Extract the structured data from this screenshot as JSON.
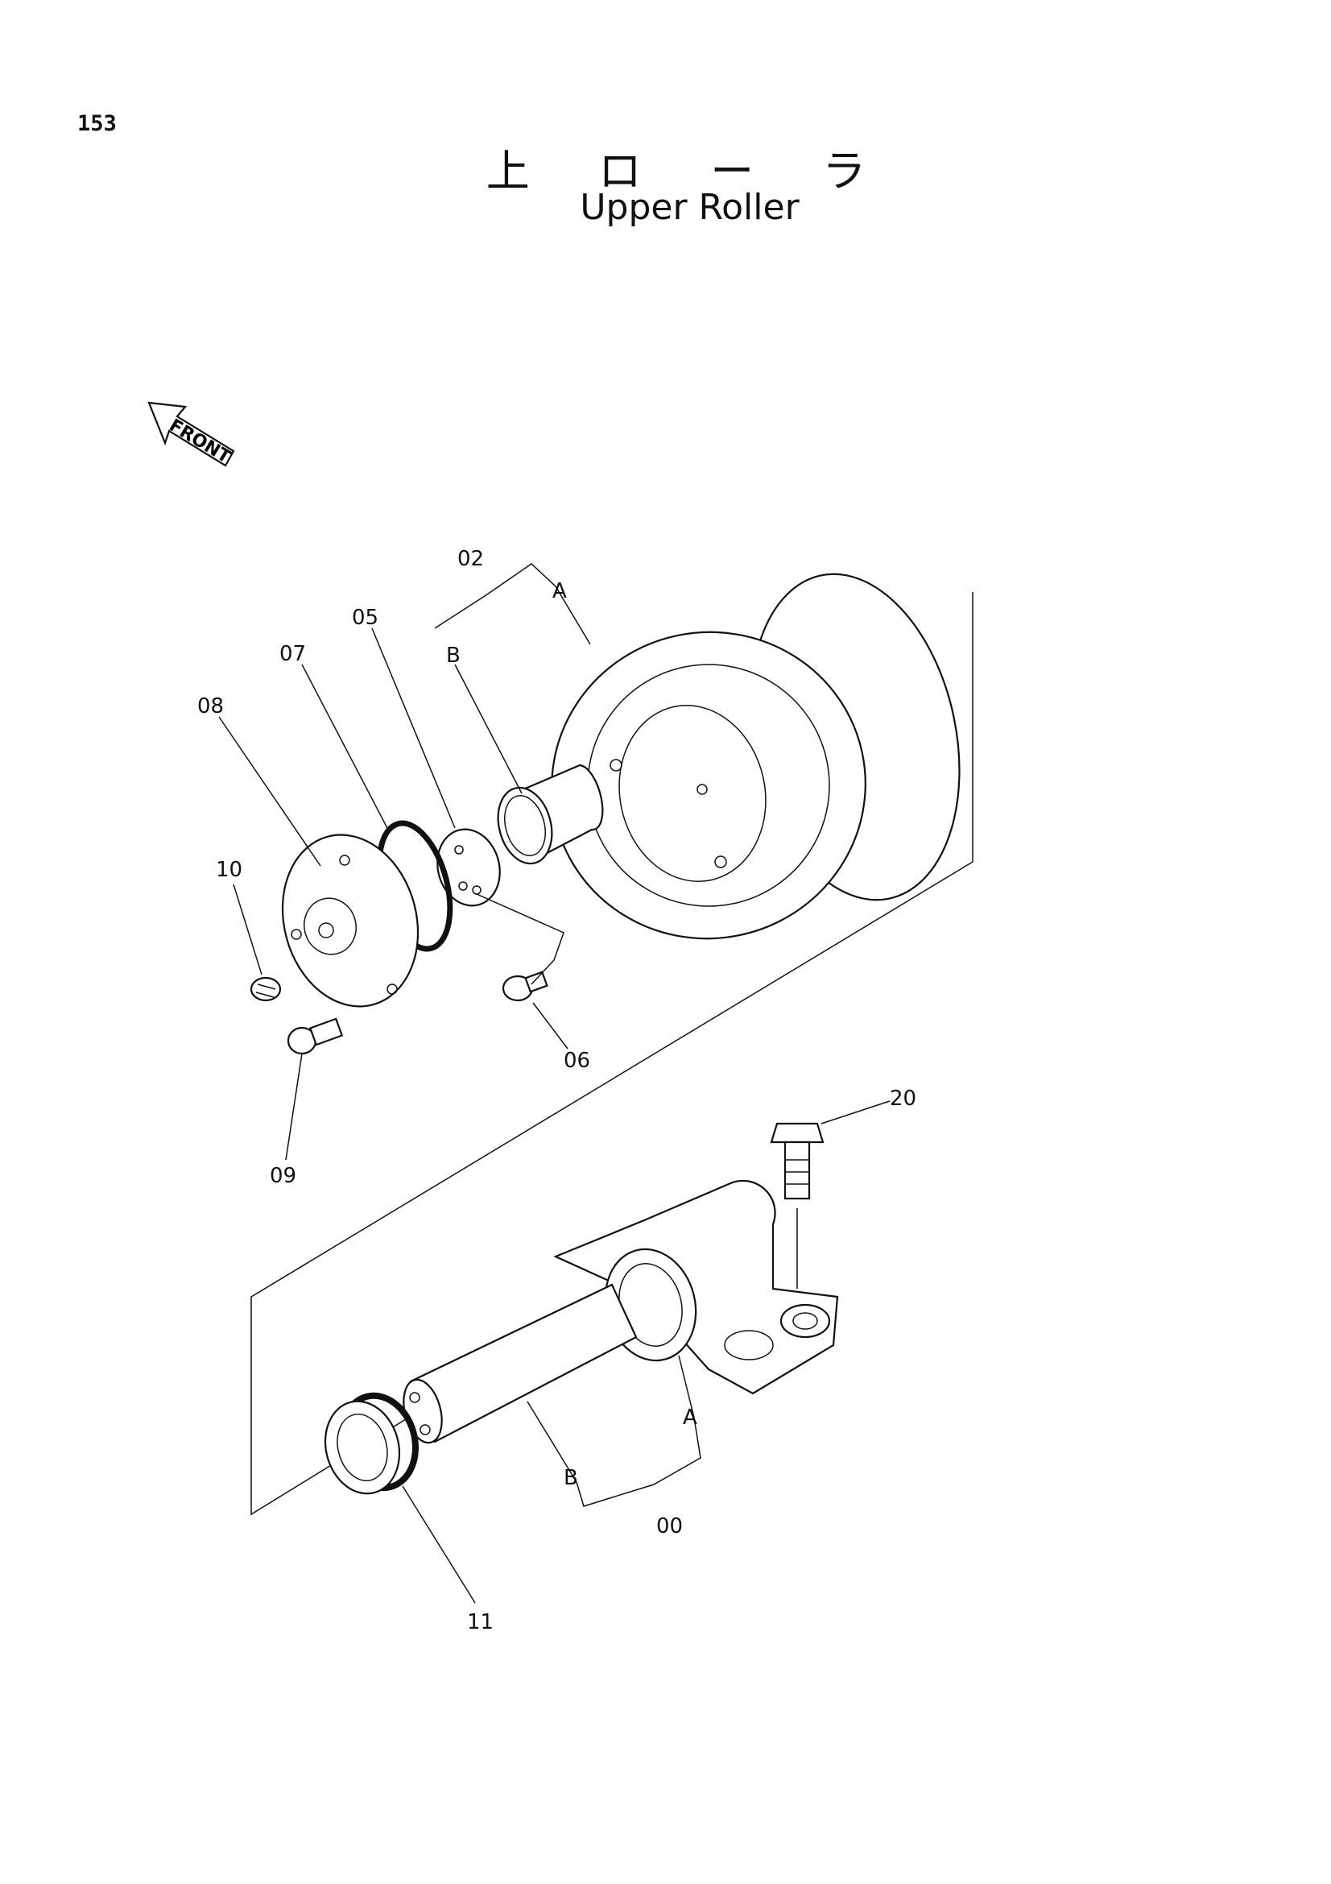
{
  "page": {
    "number": "153"
  },
  "title": {
    "japanese": "上 ロ ー ラ",
    "english": "Upper Roller"
  },
  "front_indicator": {
    "label": "FRONT",
    "icon": "front-arrow-icon"
  },
  "callouts": {
    "c00": "00",
    "c02": "02",
    "c05": "05",
    "c06": "06",
    "c07": "07",
    "c08": "08",
    "c09": "09",
    "c10": "10",
    "c11": "11",
    "c20": "20",
    "refA_top": "A",
    "refB_top": "B",
    "refA_bottom": "A",
    "refB_bottom": "B"
  }
}
